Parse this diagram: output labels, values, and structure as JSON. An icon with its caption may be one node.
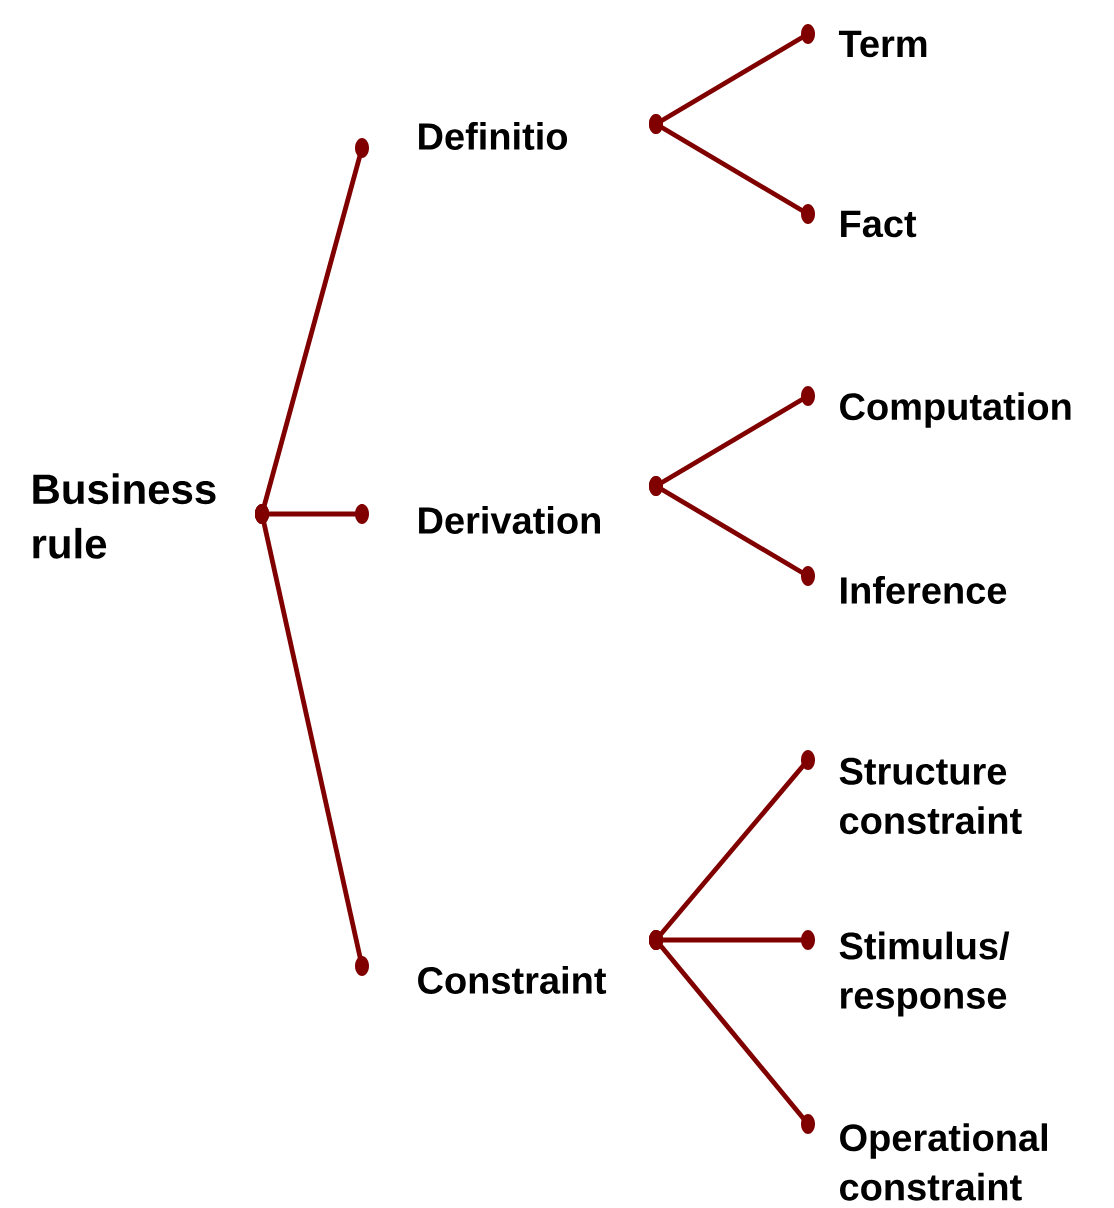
{
  "diagram": {
    "nodes": [
      {
        "text": [
          "Business rule"
        ]
      },
      {
        "text": [
          "Definitio"
        ]
      },
      {
        "text": [
          "Derivation"
        ]
      },
      {
        "text": [
          "Constraint"
        ]
      },
      {
        "text": [
          "Term"
        ]
      },
      {
        "text": [
          "Fact"
        ]
      },
      {
        "text": [
          "Computation"
        ]
      },
      {
        "text": [
          "Inference"
        ]
      },
      {
        "text": [
          "Structure constraint"
        ]
      },
      {
        "text": [
          "Stimulus/ response"
        ]
      },
      {
        "text": [
          "Operational constraint"
        ]
      }
    ],
    "edges": [
      {
        "from": 0,
        "to": 1,
        "arrow": "other"
      },
      {
        "from": 0,
        "to": 2,
        "arrow": "other"
      },
      {
        "from": 0,
        "to": 3,
        "arrow": "other"
      },
      {
        "from": 1,
        "to": 4,
        "arrow": "other"
      },
      {
        "from": 1,
        "to": 5,
        "arrow": "other"
      },
      {
        "from": 2,
        "to": 6,
        "arrow": "other"
      },
      {
        "from": 2,
        "to": 7,
        "arrow": "other"
      },
      {
        "from": 3,
        "to": 8,
        "arrow": "other"
      },
      {
        "from": 3,
        "to": 9,
        "arrow": "other"
      },
      {
        "from": 3,
        "to": 10,
        "arrow": "other"
      }
    ]
  }
}
